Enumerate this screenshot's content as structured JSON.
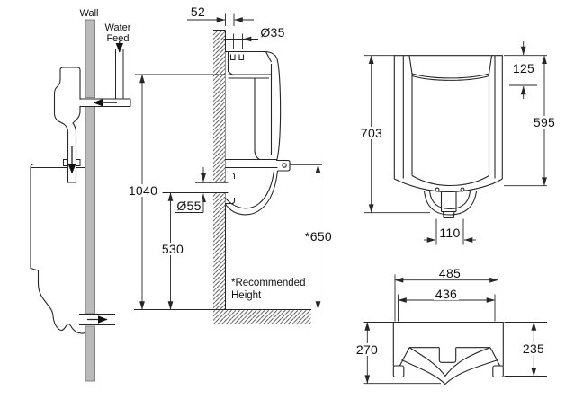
{
  "drawing": {
    "stroke_color": "#262626",
    "wall_fill": "#bababa",
    "side_view": {
      "wall_label": "Wall",
      "water_feed_label": "Water Feed"
    },
    "section": {
      "wall_offset": "52",
      "inlet_diameter": "Ø35",
      "inlet_height": "1040",
      "outlet_diameter": "Ø55",
      "outlet_height": "530",
      "rim_height": "*650",
      "note_line1": "*Recommended",
      "note_line2": "Height"
    },
    "front": {
      "overall_height": "703",
      "inlet_section_height": "125",
      "body_height": "595",
      "outlet_width": "110"
    },
    "plan": {
      "overall_width": "485",
      "bowl_width": "436",
      "overall_depth": "270",
      "body_depth": "235"
    }
  }
}
